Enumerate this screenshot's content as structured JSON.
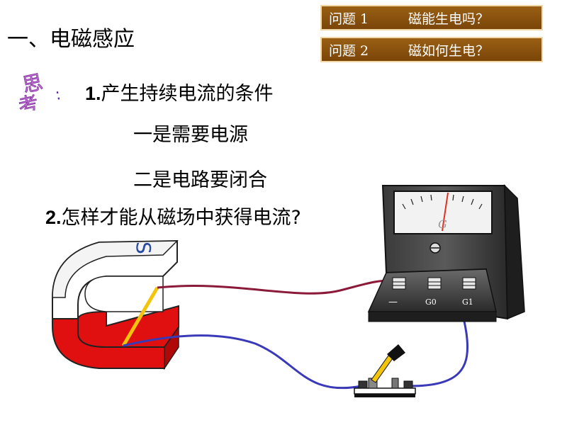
{
  "slide": {
    "title": "一、电磁感应",
    "questions": [
      {
        "label": "问题 1",
        "text": "磁能生电吗？"
      },
      {
        "label": "问题 2",
        "text": "磁如何生电？"
      }
    ],
    "point1_number": "1.",
    "point1_text": "产生持续电流的条件",
    "condition1": "一是需要电源",
    "condition2": "二是电路要闭合",
    "point2_number": "2.",
    "point2_text": "怎样才能从磁场中获得电流?"
  },
  "figure": {
    "magnet_pole": "S",
    "galvanometer_symbol": "G",
    "terminal_labels": [
      "—",
      "G0",
      "G1"
    ],
    "wire_colors": {
      "red_wire": "#8b1a3a",
      "blue_wire": "#3a3ab8"
    },
    "magnet_color": "#e01010",
    "rod_color": "#f2c40a"
  }
}
